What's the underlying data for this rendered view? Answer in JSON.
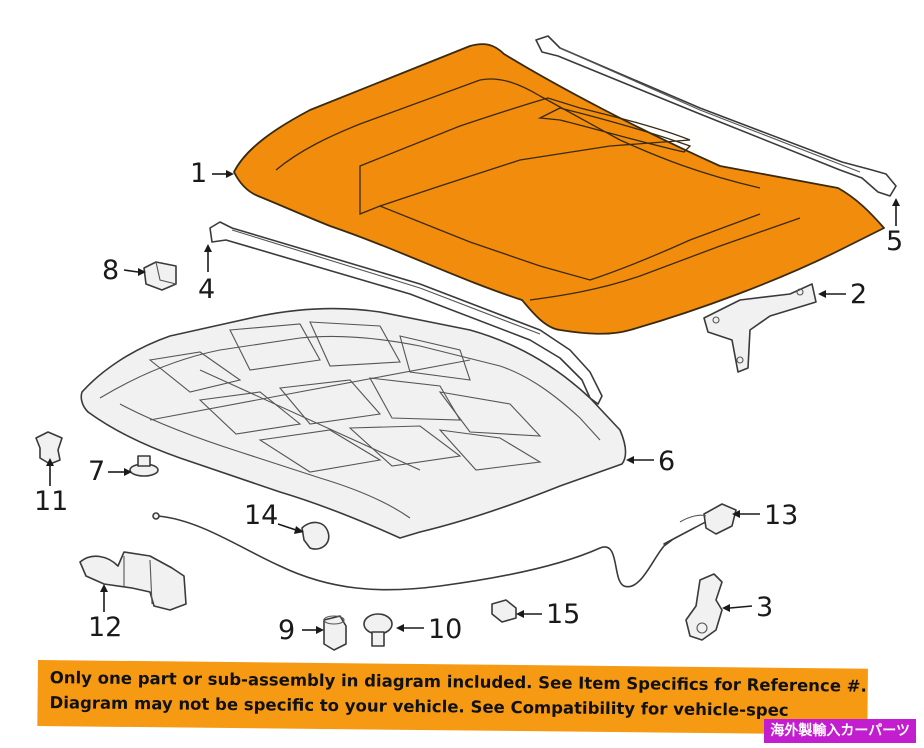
{
  "diagram": {
    "callouts": [
      {
        "id": "1",
        "label": "1",
        "part": "hood-panel"
      },
      {
        "id": "2",
        "label": "2",
        "part": "hood-hinge-bracket"
      },
      {
        "id": "3",
        "label": "3",
        "part": "hood-latch"
      },
      {
        "id": "4",
        "label": "4",
        "part": "front-seal-strip"
      },
      {
        "id": "5",
        "label": "5",
        "part": "rear-seal-strip"
      },
      {
        "id": "6",
        "label": "6",
        "part": "hood-insulator-inner-panel"
      },
      {
        "id": "7",
        "label": "7",
        "part": "push-pin-retainer"
      },
      {
        "id": "8",
        "label": "8",
        "part": "bumper-stop"
      },
      {
        "id": "9",
        "label": "9",
        "part": "adjuster-bumper"
      },
      {
        "id": "10",
        "label": "10",
        "part": "round-bumper"
      },
      {
        "id": "11",
        "label": "11",
        "part": "clip"
      },
      {
        "id": "12",
        "label": "12",
        "part": "hinge"
      },
      {
        "id": "13",
        "label": "13",
        "part": "release-cable-handle"
      },
      {
        "id": "14",
        "label": "14",
        "part": "cable-clip"
      },
      {
        "id": "15",
        "label": "15",
        "part": "retainer-clip"
      }
    ],
    "highlight_color": "#f28c0c"
  },
  "banner": {
    "line1": "Only one part or sub-assembly in diagram included. See Item Specifics for Reference #.",
    "line2": "Diagram may not be specific to your vehicle. See Compatibility for vehicle-spec",
    "color": "#f59a12"
  },
  "watermark": {
    "text": "海外製輸入カーパーツ",
    "color": "#c21ecf"
  }
}
